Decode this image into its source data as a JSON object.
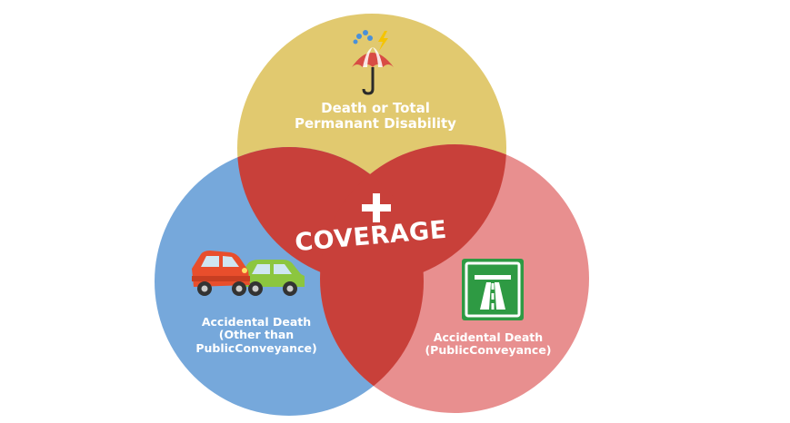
{
  "diagram": {
    "colors": {
      "top_circle": "#e1c96f",
      "left_circle": "#76a8db",
      "right_circle": "#e88f8f",
      "overlap": "#c8403a",
      "text": "#ffffff"
    },
    "center_plus": "+",
    "center_label": "COVERAGE",
    "top": {
      "line1": "Death or Total",
      "line2": "Permanant Disability",
      "icon": "umbrella-rain-lightning-icon"
    },
    "left": {
      "line1": "Accidental Death",
      "line2": "(Other than",
      "line3": "PublicConveyance)",
      "icon": "car-crash-icon"
    },
    "right": {
      "line1": "Accidental Death",
      "line2": "(PublicConveyance)",
      "icon": "highway-sign-icon"
    }
  }
}
